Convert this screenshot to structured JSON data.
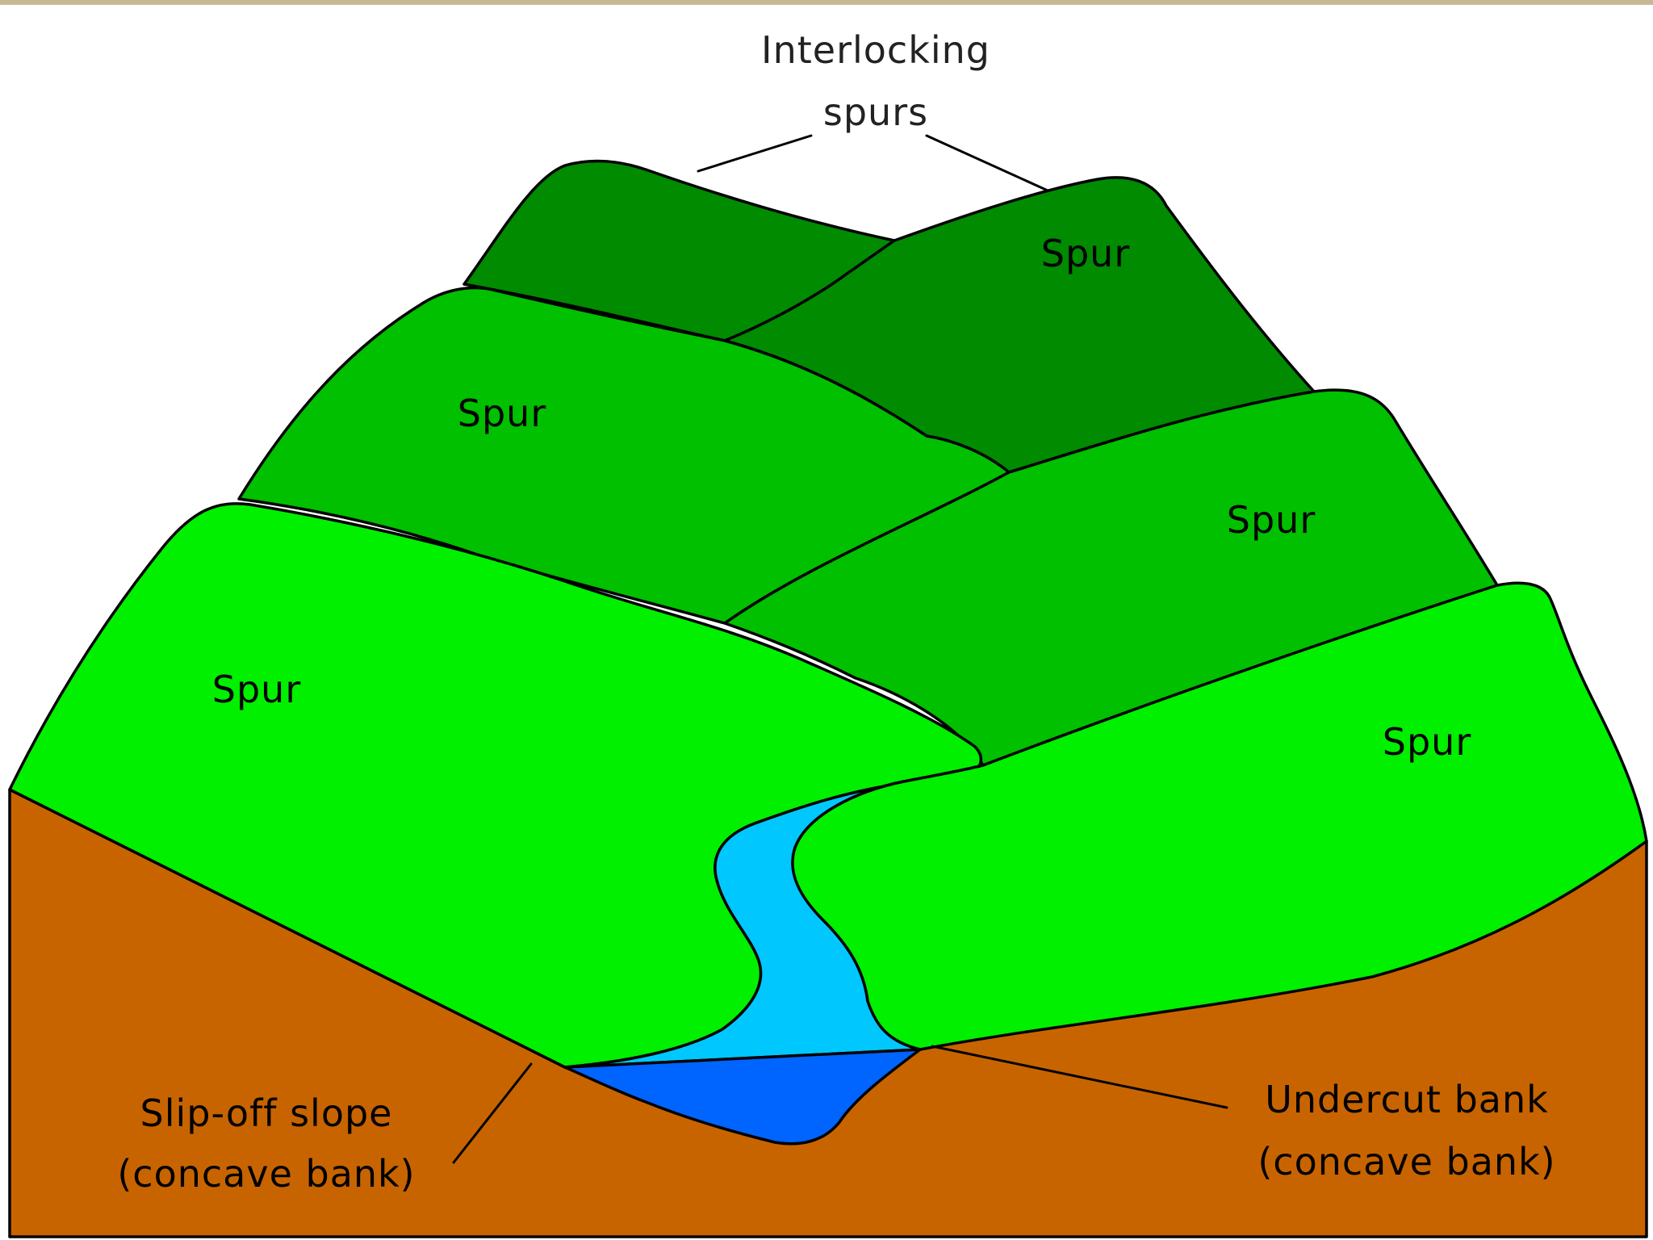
{
  "title_line1": "Interlocking",
  "title_line2": "spurs",
  "spurs": [
    {
      "id": "back-right",
      "label": "Spur"
    },
    {
      "id": "middle-left",
      "label": "Spur"
    },
    {
      "id": "middle-right",
      "label": "Spur"
    },
    {
      "id": "front-left",
      "label": "Spur"
    },
    {
      "id": "front-right",
      "label": "Spur"
    }
  ],
  "slip_off": {
    "line1": "Slip-off slope",
    "line2": "(concave bank)"
  },
  "undercut": {
    "line1": "Undercut bank",
    "line2": "(concave bank)"
  },
  "colors": {
    "back_spur": "#008b00",
    "middle_spur": "#00c000",
    "front_spur": "#00f000",
    "river_surface": "#00c8ff",
    "river_cross_section": "#0064ff",
    "earth": "#c86400",
    "frame_top": "#c8b894"
  }
}
